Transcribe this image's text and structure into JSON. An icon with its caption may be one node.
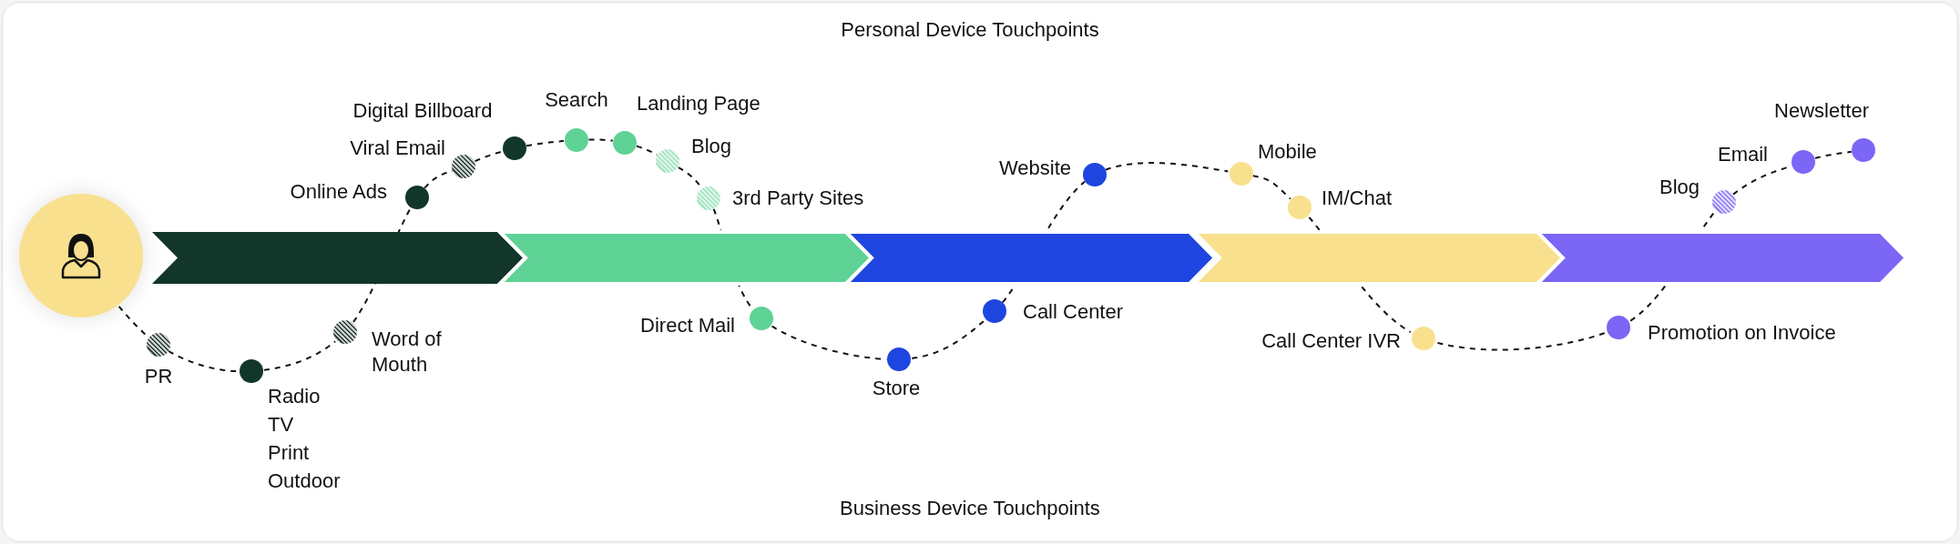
{
  "diagram": {
    "nodes": [
      {
        "text": [],
        "shape": "person"
      },
      {
        "text": [
          "PR"
        ]
      },
      {
        "text": [
          "Radio",
          "TV",
          "Print",
          "Outdoor"
        ]
      },
      {
        "text": [
          "Word of Mouth"
        ]
      },
      {
        "text": [
          "Online Ads"
        ]
      },
      {
        "text": [
          "Viral Email"
        ]
      },
      {
        "text": [
          "Digital Billboard"
        ]
      },
      {
        "text": [
          "Search"
        ]
      },
      {
        "text": [
          "Landing Page"
        ]
      },
      {
        "text": [
          "Blog"
        ]
      },
      {
        "text": [
          "3rd Party Sites"
        ]
      },
      {
        "text": [
          "Direct Mail"
        ]
      },
      {
        "text": [
          "Store"
        ]
      },
      {
        "text": [
          "Call Center"
        ]
      },
      {
        "text": [
          "Website"
        ]
      },
      {
        "text": [
          "Mobile"
        ]
      },
      {
        "text": [
          "IM/Chat"
        ]
      },
      {
        "text": [
          "Call Center IVR"
        ]
      },
      {
        "text": [
          "Promotion on Invoice"
        ]
      },
      {
        "text": [
          "Blog"
        ]
      },
      {
        "text": [
          "Email"
        ]
      },
      {
        "text": [
          "Newsletter"
        ]
      }
    ],
    "edges": [
      {
        "from": 0,
        "to": 1,
        "arrow": "none",
        "style": "dashed"
      },
      {
        "from": 1,
        "to": 2,
        "arrow": "none",
        "style": "dashed"
      },
      {
        "from": 2,
        "to": 3,
        "arrow": "none",
        "style": "dashed"
      },
      {
        "from": 3,
        "to": 4,
        "arrow": "none",
        "style": "dashed"
      },
      {
        "from": 4,
        "to": 5,
        "arrow": "none",
        "style": "dashed"
      },
      {
        "from": 5,
        "to": 6,
        "arrow": "none",
        "style": "dashed"
      },
      {
        "from": 6,
        "to": 7,
        "arrow": "none",
        "style": "dashed"
      },
      {
        "from": 7,
        "to": 8,
        "arrow": "none",
        "style": "dashed"
      },
      {
        "from": 8,
        "to": 9,
        "arrow": "none",
        "style": "dashed"
      },
      {
        "from": 9,
        "to": 10,
        "arrow": "none",
        "style": "dashed"
      },
      {
        "from": 10,
        "to": 11,
        "arrow": "none",
        "style": "dashed"
      },
      {
        "from": 11,
        "to": 12,
        "arrow": "none",
        "style": "dashed"
      },
      {
        "from": 12,
        "to": 13,
        "arrow": "none",
        "style": "dashed"
      },
      {
        "from": 13,
        "to": 14,
        "arrow": "none",
        "style": "dashed"
      },
      {
        "from": 14,
        "to": 15,
        "arrow": "none",
        "style": "dashed"
      },
      {
        "from": 15,
        "to": 16,
        "arrow": "none",
        "style": "dashed"
      },
      {
        "from": 16,
        "to": 17,
        "arrow": "none",
        "style": "dashed"
      },
      {
        "from": 17,
        "to": 18,
        "arrow": "none",
        "style": "dashed"
      },
      {
        "from": 18,
        "to": 19,
        "arrow": "none",
        "style": "dashed"
      },
      {
        "from": 19,
        "to": 20,
        "arrow": "none",
        "style": "dashed"
      },
      {
        "from": 20,
        "to": 21,
        "arrow": "none",
        "style": "dashed"
      }
    ],
    "labels": [
      "Personal Device Touchpoints",
      "Business Device Touchpoints"
    ]
  }
}
